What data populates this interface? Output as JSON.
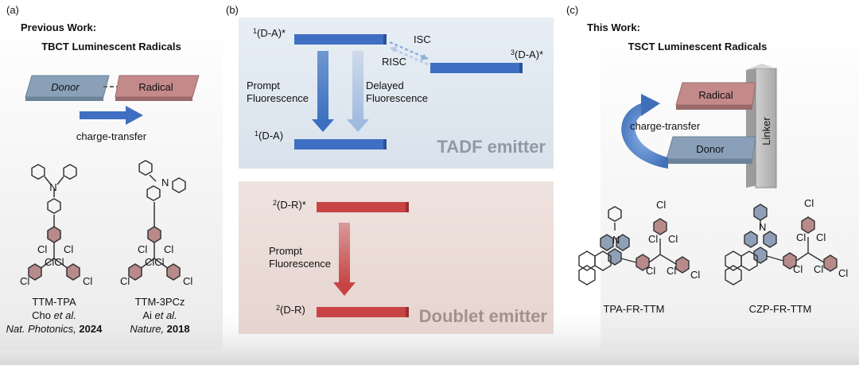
{
  "panel_a": {
    "label": "(a)",
    "heading": "Previous Work:",
    "title": "TBCT Luminescent Radicals",
    "donor": "Donor",
    "radical": "Radical",
    "arrow_label": "charge-transfer",
    "mol1": {
      "name": "TTM-TPA",
      "author": "Cho",
      "etal": "et al.",
      "journal": "Nat. Photonics,",
      "year": "2024",
      "n": "N"
    },
    "mol2": {
      "name": "TTM-3PCz",
      "author": "Ai",
      "etal": "et al.",
      "journal": "Nature,",
      "year": "2018",
      "n": "N"
    },
    "cl": "Cl",
    "clcl": "ClCl"
  },
  "panel_b": {
    "label": "(b)",
    "s1": "(D-A)*",
    "s1_sup": "1",
    "t1": "(D-A)*",
    "t1_sup": "3",
    "s0": "(D-A)",
    "s0_sup": "1",
    "isc": "ISC",
    "risc": "RISC",
    "prompt1": "Prompt",
    "prompt2": "Fluorescence",
    "delayed1": "Delayed",
    "delayed2": "Fluorescence",
    "tadf": "TADF emitter",
    "d1": "(D-R)*",
    "d1_sup": "2",
    "d0": "(D-R)",
    "d0_sup": "2",
    "prompt3": "Prompt",
    "prompt4": "Fluorescence",
    "doublet": "Doublet emitter"
  },
  "panel_c": {
    "label": "(c)",
    "heading": "This Work:",
    "title": "TSCT Luminescent Radicals",
    "radical": "Radical",
    "donor": "Donor",
    "linker": "Linker",
    "arrow_label": "charge-transfer",
    "mol1": {
      "name": "TPA-FR-TTM",
      "n": "N"
    },
    "mol2": {
      "name": "CZP-FR-TTM",
      "n": "N"
    },
    "cl": "Cl"
  },
  "colors": {
    "donor_blue": "#8aa0b8",
    "radical_red": "#c48a8a",
    "level_blue": "#3f6fc2",
    "level_red": "#c84444",
    "aryl_red": "#b88a8a",
    "aryl_blue": "#8f9fb8",
    "tadf_bg": "#dde6ef",
    "doublet_bg": "#ecdcd8"
  }
}
